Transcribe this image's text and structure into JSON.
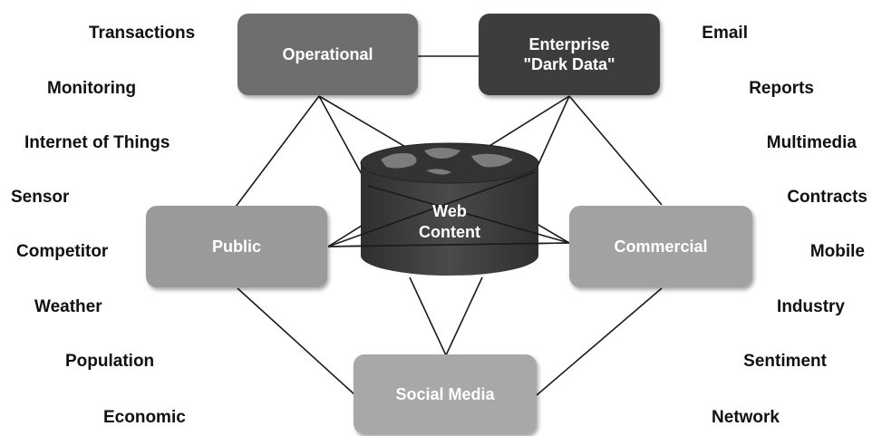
{
  "nodes": {
    "operational": "Operational",
    "enterprise": "Enterprise\n\"Dark Data\"",
    "public": "Public",
    "commercial": "Commercial",
    "social_media": "Social Media",
    "web_content": "Web\nContent"
  },
  "left_labels": [
    "Transactions",
    "Monitoring",
    "Internet of Things",
    "Sensor",
    "Competitor",
    "Weather",
    "Population",
    "Economic"
  ],
  "right_labels": [
    "Email",
    "Reports",
    "Multimedia",
    "Contracts",
    "Mobile",
    "Industry",
    "Sentiment",
    "Network"
  ],
  "colors": {
    "operational": "#6e6e6e",
    "enterprise": "#3d3d3d",
    "public": "#9a9a9a",
    "commercial": "#a2a2a2",
    "social_media": "#a8a8a8",
    "cylinder": "#3f3f3f",
    "lines": "#1a1a1a"
  }
}
